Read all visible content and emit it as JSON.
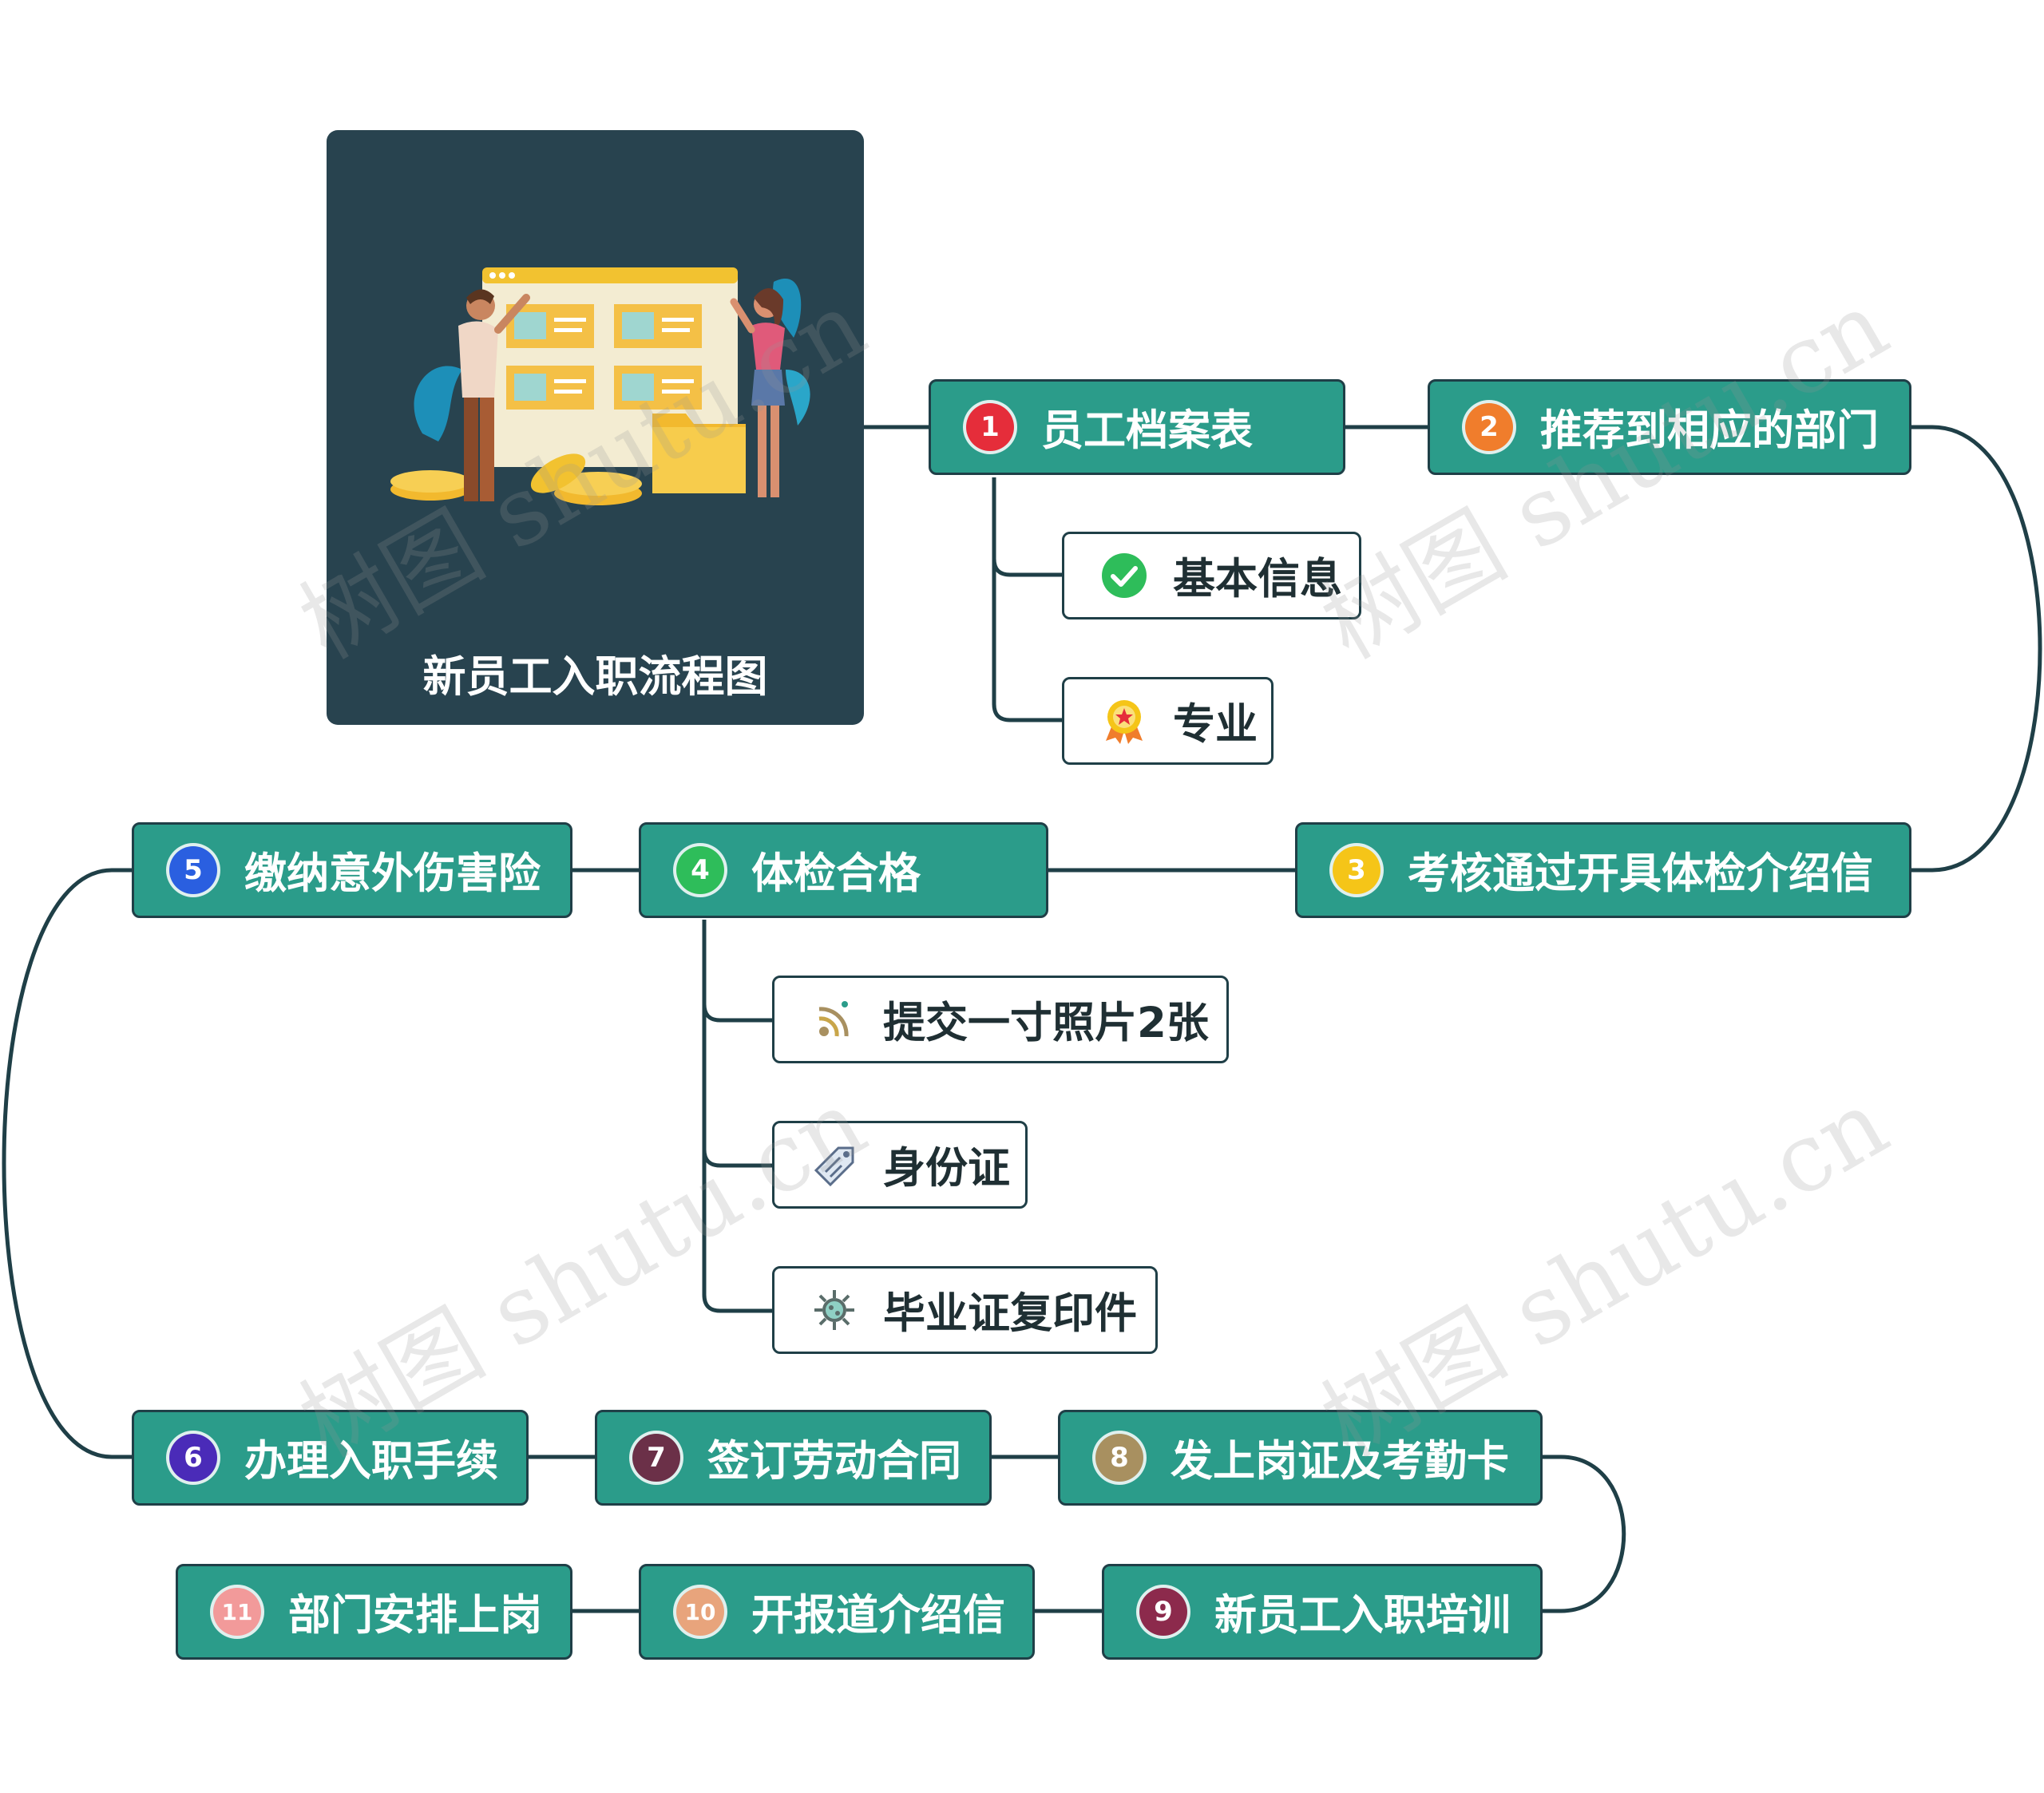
{
  "root": {
    "title": "新员工入职流程图"
  },
  "steps": [
    {
      "num": "1",
      "label": "员工档案表",
      "color": "#e52d3a"
    },
    {
      "num": "2",
      "label": "推荐到相应的部门",
      "color": "#f07d2c"
    },
    {
      "num": "3",
      "label": "考核通过开具体检介绍信",
      "color": "#f5c518"
    },
    {
      "num": "4",
      "label": "体检合格",
      "color": "#2ebd5a"
    },
    {
      "num": "5",
      "label": "缴纳意外伤害险",
      "color": "#2a5fe0"
    },
    {
      "num": "6",
      "label": "办理入职手续",
      "color": "#4a2bb8"
    },
    {
      "num": "7",
      "label": "签订劳动合同",
      "color": "#6b3048"
    },
    {
      "num": "8",
      "label": "发上岗证及考勤卡",
      "color": "#a89060"
    },
    {
      "num": "9",
      "label": "新员工入职培训",
      "color": "#8c2a4c"
    },
    {
      "num": "10",
      "label": "开报道介绍信",
      "color": "#e8a47c"
    },
    {
      "num": "11",
      "label": "部门安排上岗",
      "color": "#f29a9a"
    }
  ],
  "step1_children": [
    {
      "label": "基本信息",
      "icon": "check-circle-icon"
    },
    {
      "label": "专业",
      "icon": "award-badge-icon"
    }
  ],
  "step4_children": [
    {
      "label": "提交一寸照片2张",
      "icon": "signal-icon"
    },
    {
      "label": "身份证",
      "icon": "tag-icon"
    },
    {
      "label": "毕业证复印件",
      "icon": "virus-gear-icon"
    }
  ],
  "watermark": "树图 shutu.cn",
  "colors": {
    "node_fill": "#2b9c8a",
    "node_border": "#1f3f47",
    "root_fill": "#28434f",
    "link": "#1f3f47"
  }
}
